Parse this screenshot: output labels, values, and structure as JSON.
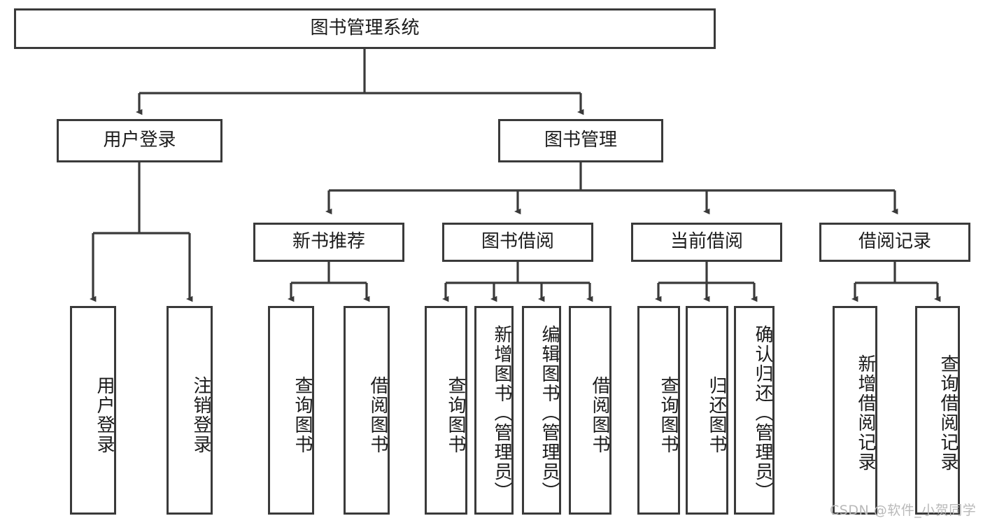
{
  "diagram": {
    "title": "图书管理系统",
    "type": "tree",
    "stroke_color": "#3a3a3a",
    "text_color": "#1b1b1b",
    "background": "#ffffff",
    "watermark": "CSDN @软件_小贺同学",
    "watermark_color": "#b9b9b9"
  },
  "nodes": {
    "root": {
      "label": "图书管理系统",
      "level": 0
    },
    "level1": [
      {
        "id": "user-login",
        "label": "用户登录"
      },
      {
        "id": "book-manage",
        "label": "图书管理"
      }
    ],
    "level2": [
      {
        "id": "new-book-recommend",
        "label": "新书推荐"
      },
      {
        "id": "book-borrow",
        "label": "图书借阅"
      },
      {
        "id": "current-borrow",
        "label": "当前借阅"
      },
      {
        "id": "borrow-record",
        "label": "借阅记录"
      }
    ],
    "leaves": {
      "user_login": [
        {
          "id": "leaf-user-login",
          "label": "用户登录"
        },
        {
          "id": "leaf-logout-login",
          "label": "注销登录"
        }
      ],
      "new_book_recommend": [
        {
          "id": "leaf-query-book-1",
          "label": "查询图书"
        },
        {
          "id": "leaf-borrow-book-1",
          "label": "借阅图书"
        }
      ],
      "book_borrow": [
        {
          "id": "leaf-query-book-2",
          "label": "查询图书"
        },
        {
          "id": "leaf-add-book",
          "label": "新增图书（管理员）"
        },
        {
          "id": "leaf-edit-book",
          "label": "编辑图书（管理员）"
        },
        {
          "id": "leaf-borrow-book-2",
          "label": "借阅图书"
        }
      ],
      "current_borrow": [
        {
          "id": "leaf-query-book-3",
          "label": "查询图书"
        },
        {
          "id": "leaf-return-book",
          "label": "归还图书"
        },
        {
          "id": "leaf-confirm-return",
          "label": "确认归还（管理员）"
        }
      ],
      "borrow_record": [
        {
          "id": "leaf-add-record",
          "label": "新增借阅记录"
        },
        {
          "id": "leaf-query-record",
          "label": "查询借阅记录"
        }
      ]
    }
  }
}
